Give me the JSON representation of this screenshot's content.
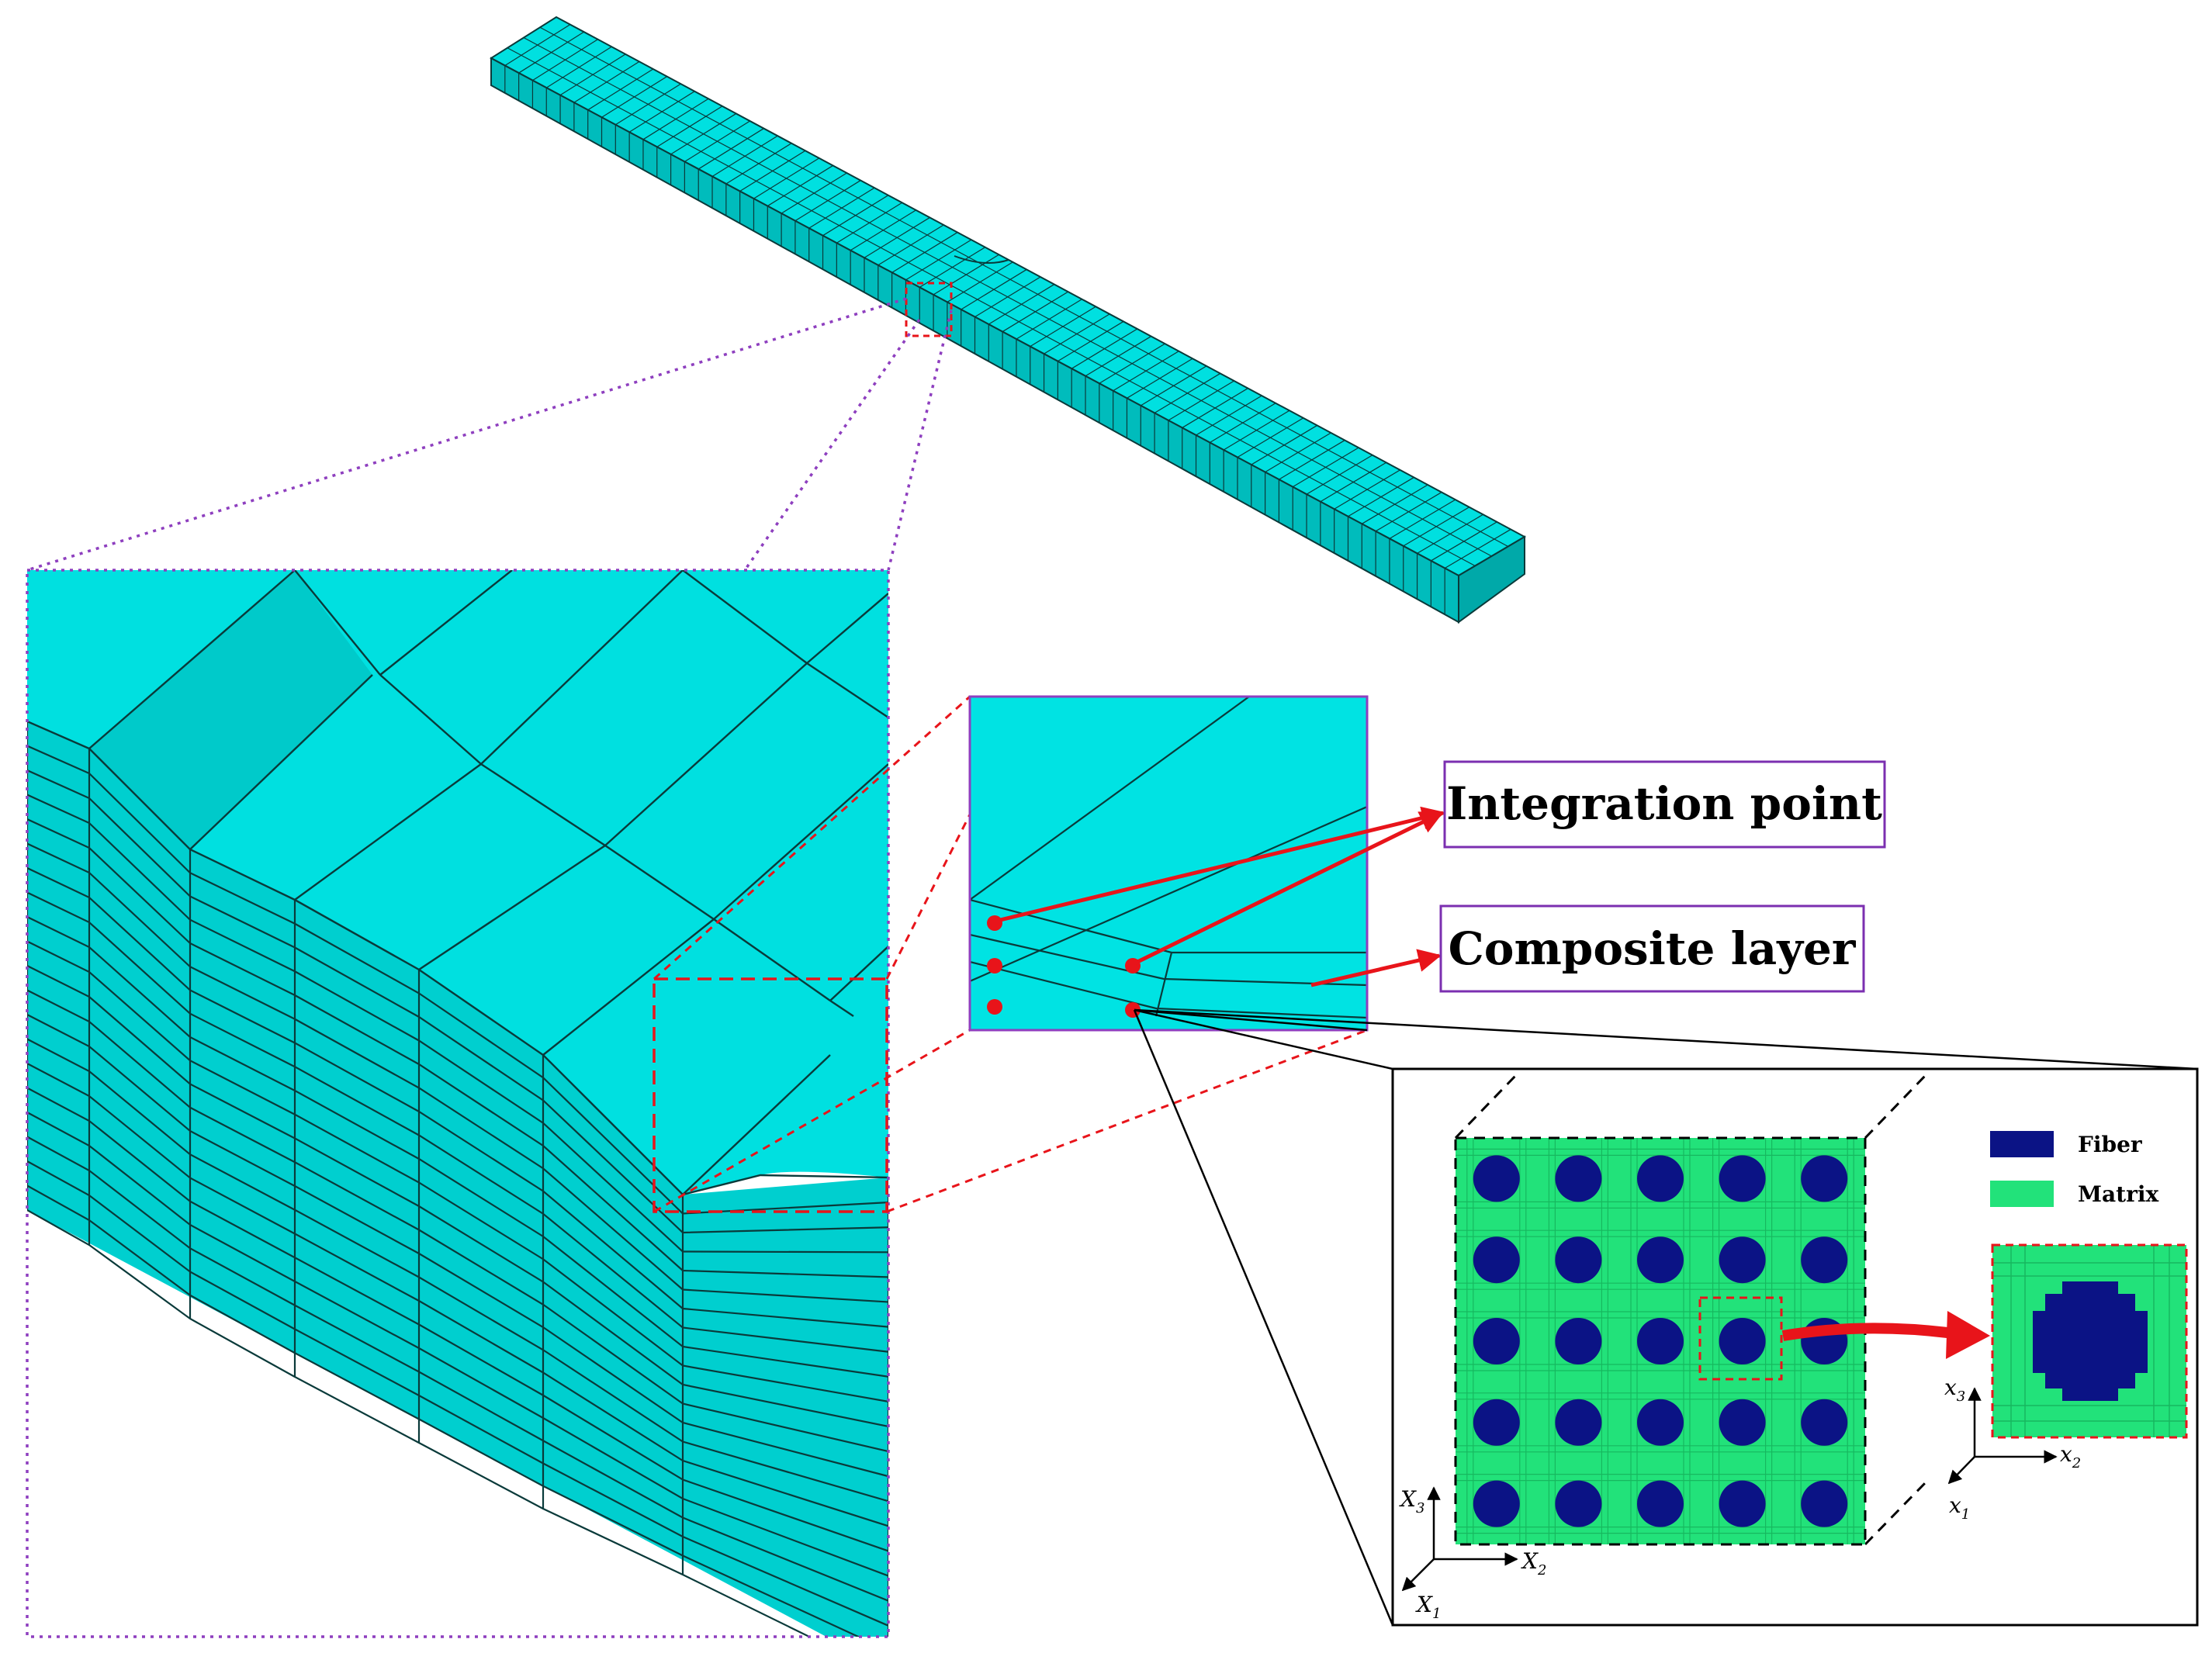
{
  "labels": {
    "integration_point": "Integration point",
    "composite_layer": "Composite layer"
  },
  "legend": {
    "fiber": "Fiber",
    "matrix": "Matrix"
  },
  "axes": {
    "x1": "X",
    "x1_sub": "1",
    "x2": "X",
    "x2_sub": "2",
    "x3": "X",
    "x3_sub": "3",
    "u1": "x",
    "u1_sub": "1",
    "u2": "x",
    "u2_sub": "2",
    "u3": "x",
    "u3_sub": "3"
  },
  "colors": {
    "mesh_cyan": "#00e3e3",
    "mesh_cyan_dark": "#00c7c7",
    "mesh_line": "#0a3a3a",
    "fiber": "#0b1385",
    "matrix": "#22e27a",
    "zoom_dotted": "#8e3fbf",
    "highlight_red": "#e8141a",
    "label_border": "#7b2fb0"
  }
}
